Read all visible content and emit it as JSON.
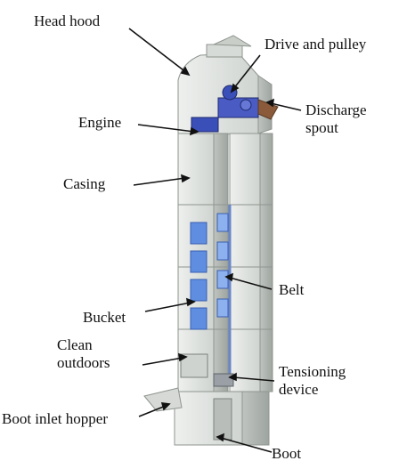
{
  "labels": {
    "head_hood": "Head hood",
    "drive_and_pulley": "Drive and pulley",
    "discharge_spout": "Discharge\nspout",
    "engine": "Engine",
    "casing": "Casing",
    "belt": "Belt",
    "bucket": "Bucket",
    "clean_outdoors": "Clean\noutdoors",
    "tensioning_device": "Tensioning\ndevice",
    "boot_inlet_hopper": "Boot inlet hopper",
    "boot": "Boot"
  },
  "colors": {
    "casing_light": "#dfe3df",
    "casing_mid": "#c5cac6",
    "casing_dark": "#9ea49f",
    "bucket_blue": "#5f8ee0",
    "motor_blue": "#3b4fb8",
    "spout_brown": "#8a5a3a"
  }
}
